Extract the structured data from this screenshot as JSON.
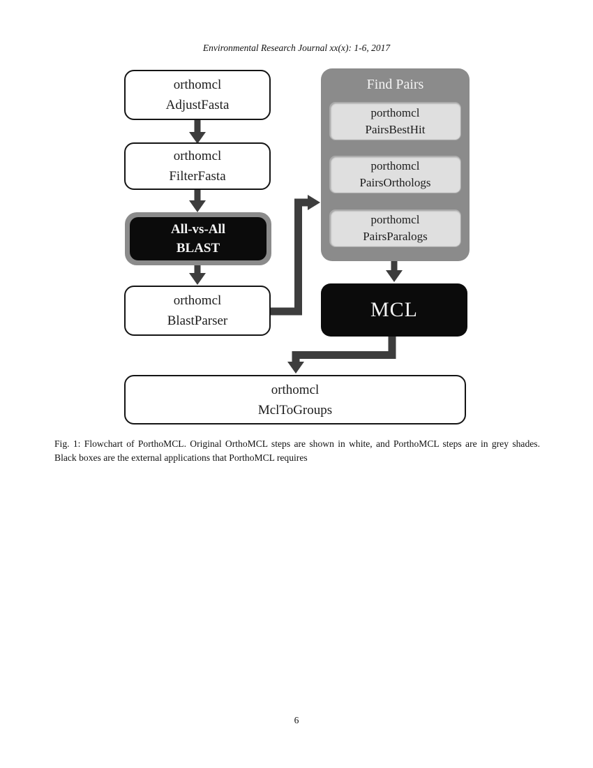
{
  "page": {
    "header": "Environmental Research Journal xx(x): 1-6, 2017",
    "page_number": "6"
  },
  "figure": {
    "caption_line1": "Fig. 1: Flowchart of PorthoMCL. Original OrthoMCL steps are shown in white, and PorthoMCL steps are in grey shades.",
    "caption_line2": "Black boxes are the external applications that PorthoMCL requires",
    "nodes": {
      "adjust_fasta": {
        "line1": "orthomcl",
        "line2": "AdjustFasta"
      },
      "filter_fasta": {
        "line1": "orthomcl",
        "line2": "FilterFasta"
      },
      "blast": {
        "line1": "All-vs-All",
        "line2": "BLAST"
      },
      "blast_parser": {
        "line1": "orthomcl",
        "line2": "BlastParser"
      },
      "find_pairs": {
        "title": "Find Pairs",
        "pairs_best_hit": {
          "line1": "porthomcl",
          "line2": "PairsBestHit"
        },
        "pairs_orthologs": {
          "line1": "porthomcl",
          "line2": "PairsOrthologs"
        },
        "pairs_paralogs": {
          "line1": "porthomcl",
          "line2": "PairsParalogs"
        }
      },
      "mcl": {
        "label": "MCL"
      },
      "mcl_to_groups": {
        "line1": "orthomcl",
        "line2": "MclToGroups"
      }
    },
    "colors": {
      "container_grey": "#8b8b8b",
      "light_box_grey": "#dfdfdf",
      "black_box": "#0b0b0b",
      "arrow": "#3d3d3d",
      "box_border": "#141414"
    }
  }
}
